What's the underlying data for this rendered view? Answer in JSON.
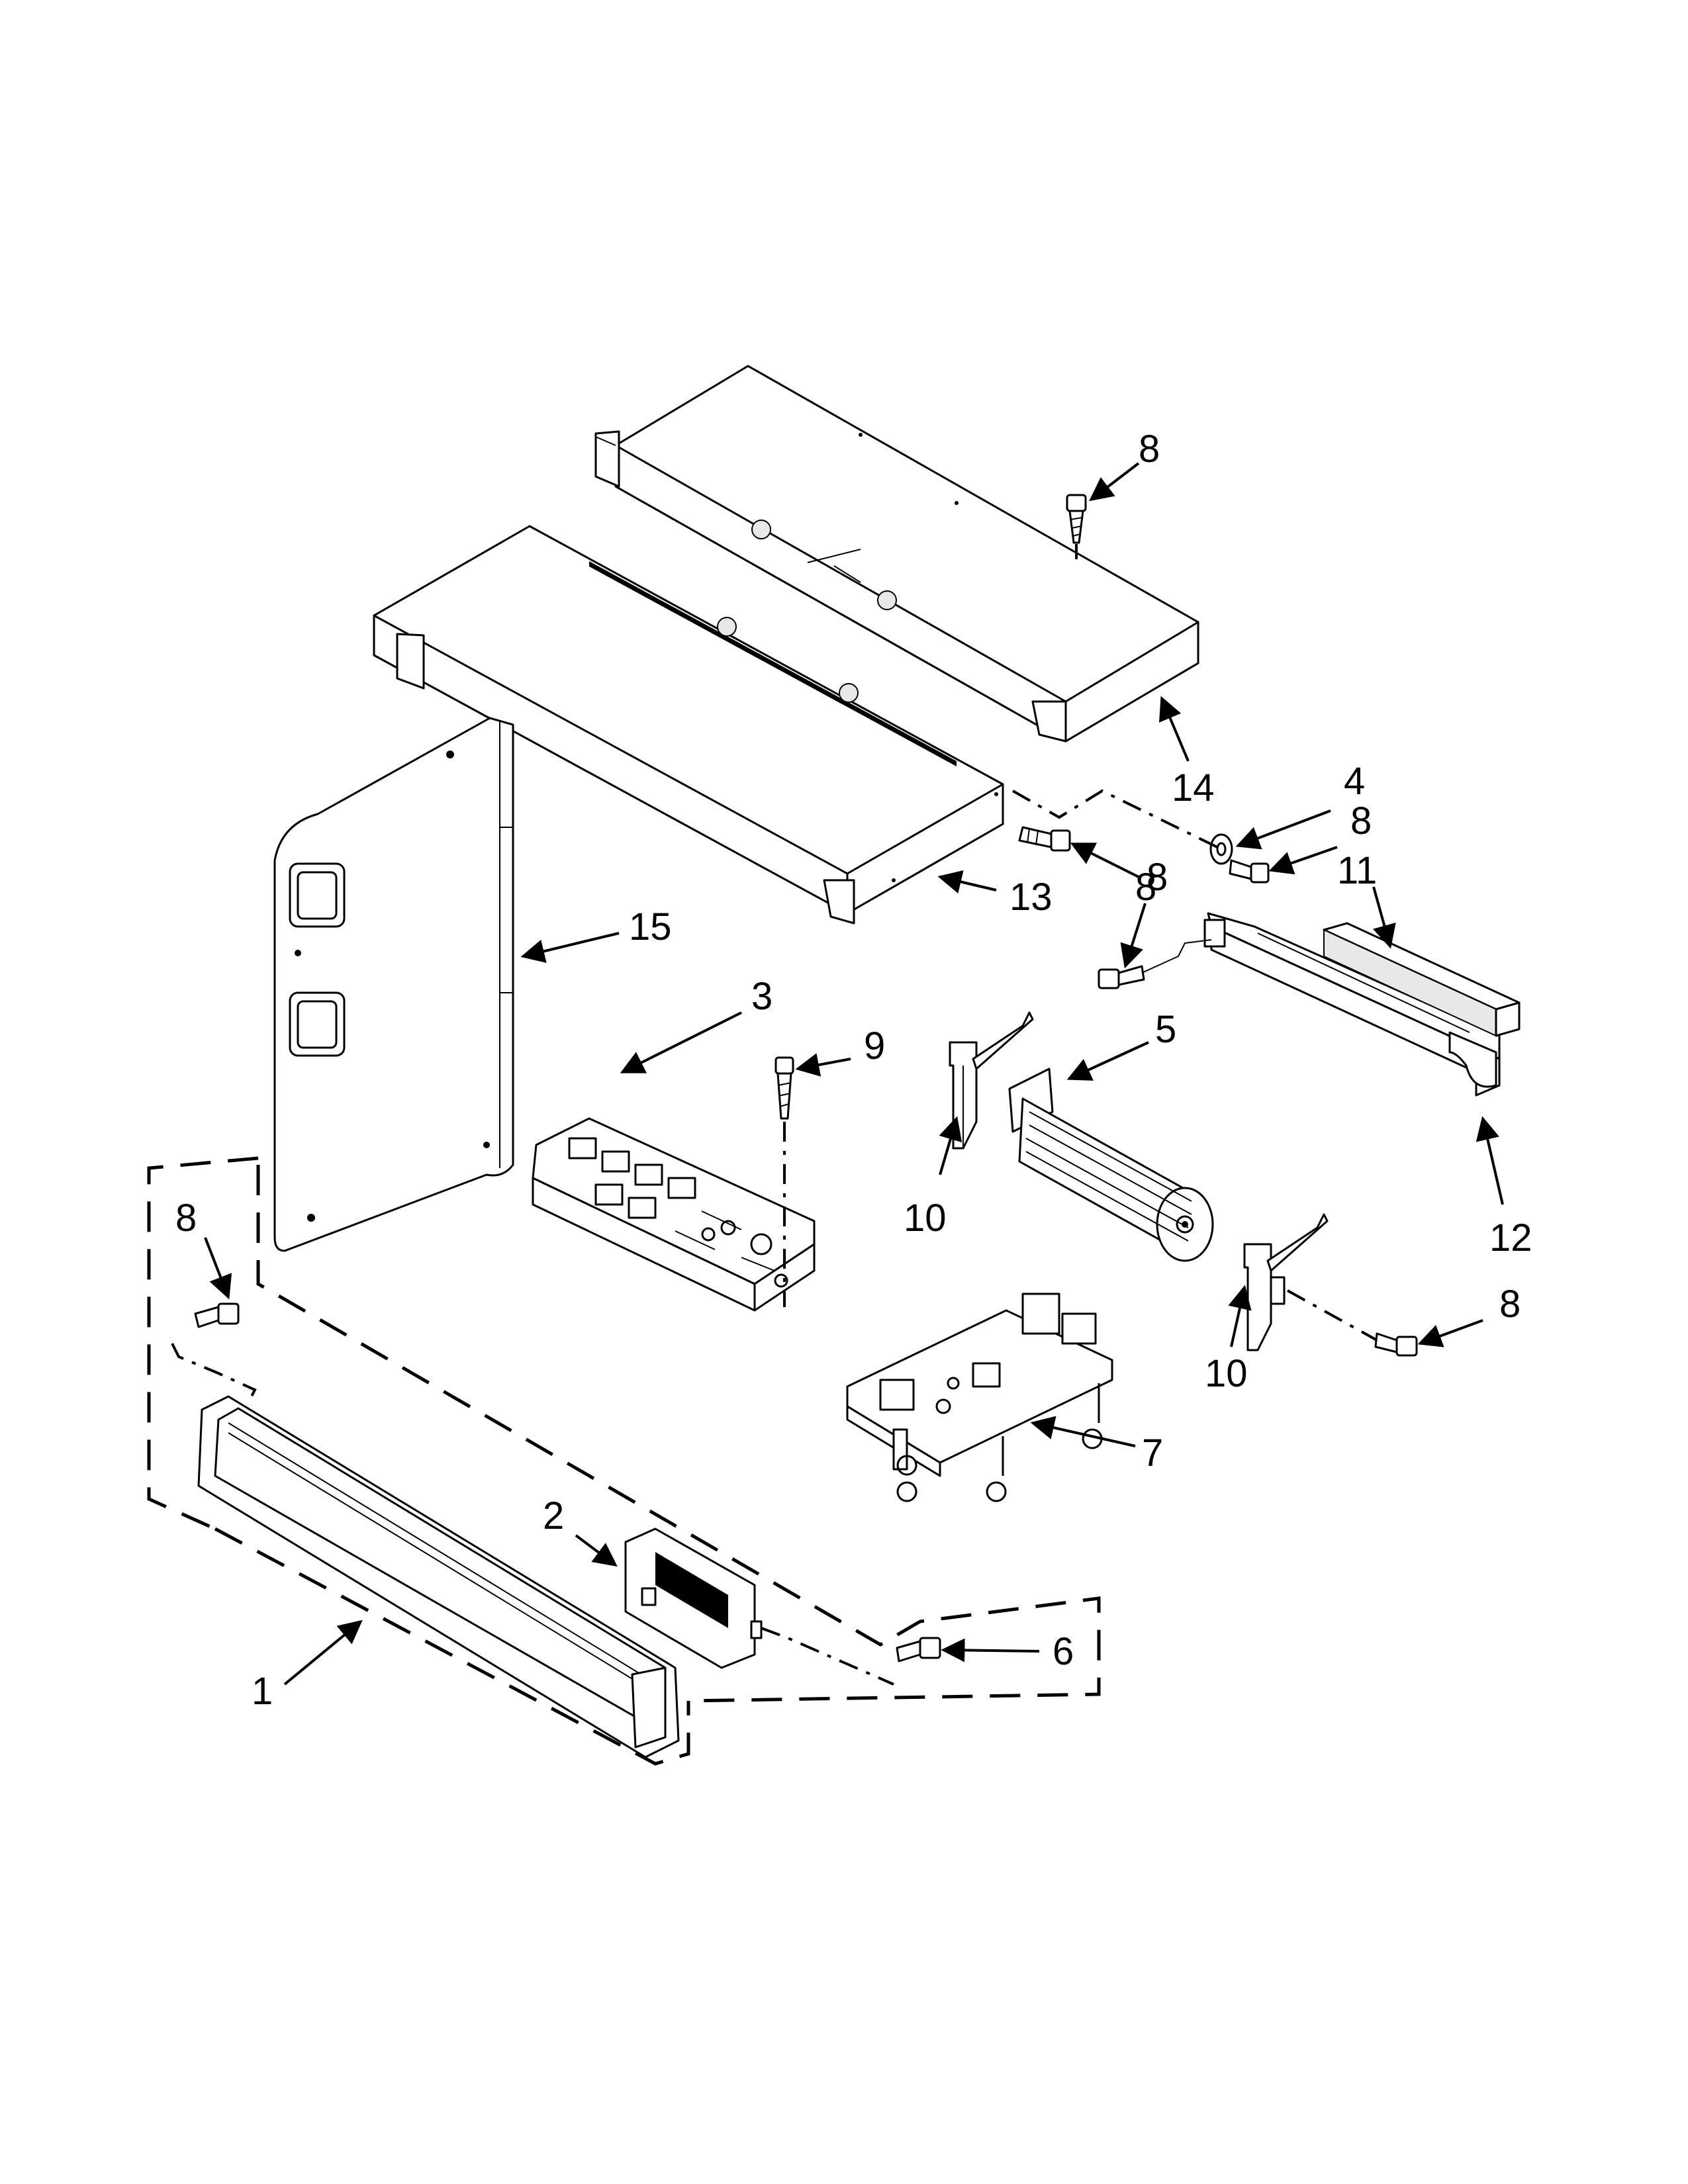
{
  "callouts": [
    {
      "id": "c1",
      "text": "1"
    },
    {
      "id": "c2",
      "text": "2"
    },
    {
      "id": "c3",
      "text": "3"
    },
    {
      "id": "c4",
      "text": "4"
    },
    {
      "id": "c5",
      "text": "5"
    },
    {
      "id": "c6",
      "text": "6"
    },
    {
      "id": "c7",
      "text": "7"
    },
    {
      "id": "c8a",
      "text": "8"
    },
    {
      "id": "c8b",
      "text": "8"
    },
    {
      "id": "c8c",
      "text": "8"
    },
    {
      "id": "c8d",
      "text": "8"
    },
    {
      "id": "c8e",
      "text": "8"
    },
    {
      "id": "c8f",
      "text": "8"
    },
    {
      "id": "c9",
      "text": "9"
    },
    {
      "id": "c10a",
      "text": "10"
    },
    {
      "id": "c10b",
      "text": "10"
    },
    {
      "id": "c11",
      "text": "11"
    },
    {
      "id": "c12",
      "text": "12"
    },
    {
      "id": "c13",
      "text": "13"
    },
    {
      "id": "c14",
      "text": "14"
    },
    {
      "id": "c15",
      "text": "15"
    }
  ]
}
